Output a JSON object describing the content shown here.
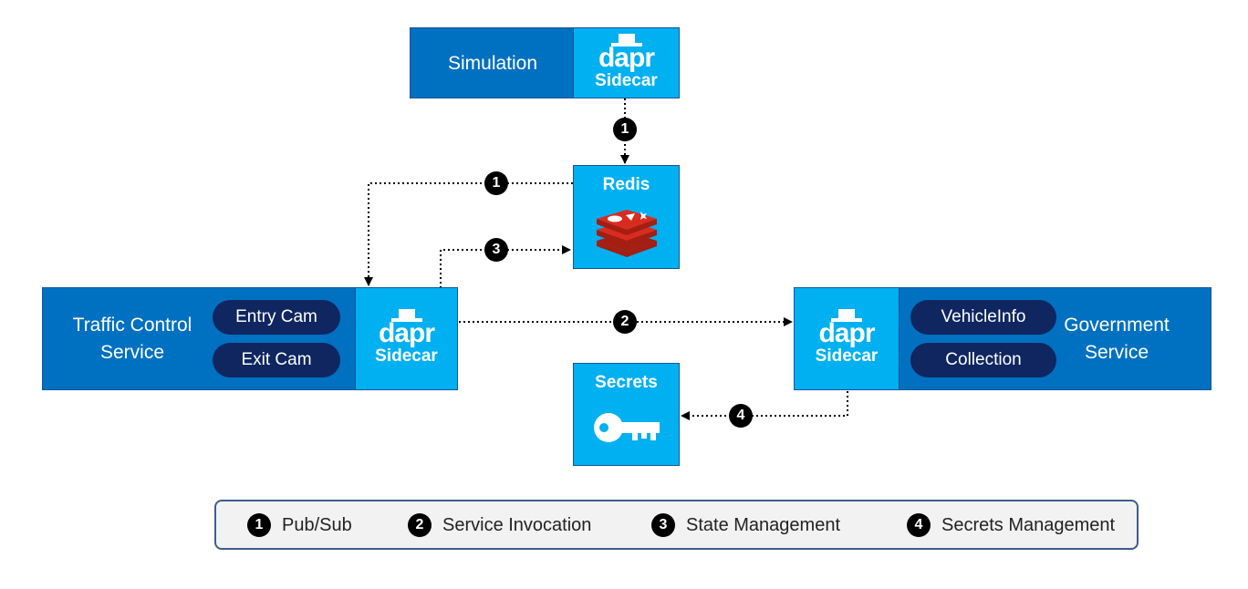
{
  "simulation": {
    "label": "Simulation",
    "dapr_word": "dapr",
    "sidecar_label": "Sidecar"
  },
  "redis": {
    "title": "Redis",
    "icon": "redis-logo-icon"
  },
  "secrets": {
    "title": "Secrets",
    "icon": "key-icon"
  },
  "traffic_control": {
    "label_line1": "Traffic Control",
    "label_line2": "Service",
    "pills": [
      "Entry Cam",
      "Exit Cam"
    ],
    "dapr_word": "dapr",
    "sidecar_label": "Sidecar"
  },
  "government": {
    "label_line1": "Government",
    "label_line2": "Service",
    "pills": [
      "VehicleInfo",
      "Collection"
    ],
    "dapr_word": "dapr",
    "sidecar_label": "Sidecar"
  },
  "connector_badges": [
    "1",
    "1",
    "3",
    "2",
    "4"
  ],
  "legend": [
    {
      "number": "1",
      "label": "Pub/Sub"
    },
    {
      "number": "2",
      "label": "Service Invocation"
    },
    {
      "number": "3",
      "label": "State Management"
    },
    {
      "number": "4",
      "label": "Secrets Management"
    }
  ],
  "colors": {
    "service_blue": "#0070c0",
    "sidecar_blue": "#00b0f0",
    "pill_navy": "#0f2660",
    "border": "#17549a",
    "redis_red": "#c6302b"
  }
}
